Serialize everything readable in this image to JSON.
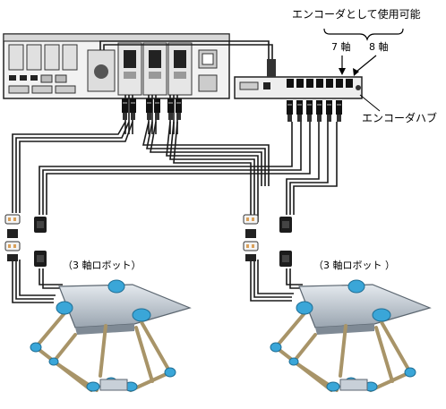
{
  "labels": {
    "encoder_usable": "エンコーダとして使用可能",
    "axis7": "7 軸",
    "axis8": "8 軸",
    "encoder_hub": "エンコーダハブ",
    "robot_left": "（3 軸ロボット）",
    "robot_right": "（3 軸ロボット ）"
  },
  "colors": {
    "cable": "#1a1a1a",
    "robot_body": "#c8d0d8",
    "robot_joint": "#3aa6d8",
    "robot_arm": "#c8b48a",
    "device_fill": "#f2f2f2",
    "device_stroke": "#222222"
  }
}
